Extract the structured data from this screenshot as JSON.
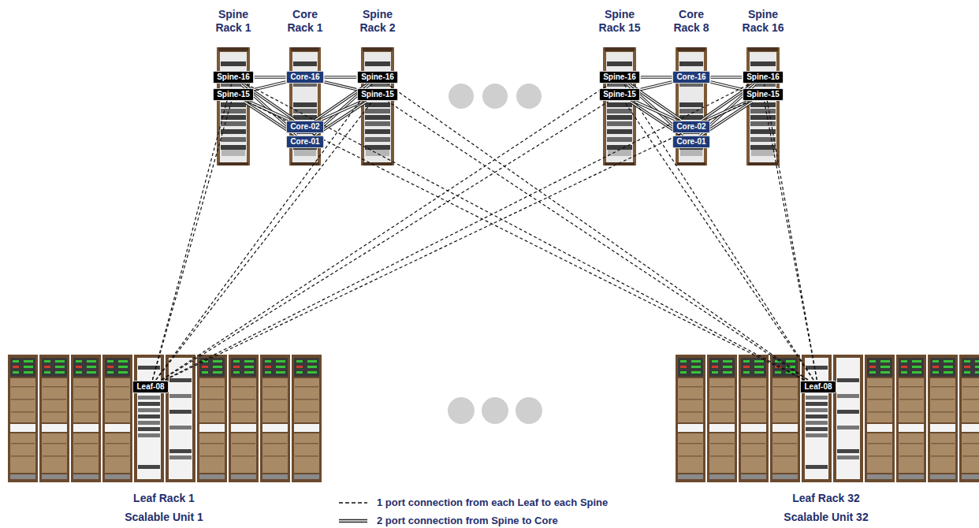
{
  "diagram": {
    "nodes": [
      {
        "text": [
          "Spine Rack 1"
        ]
      },
      {
        "text": [
          "Spine-16"
        ],
        "in": 0
      },
      {
        "text": [
          "Spine-15"
        ],
        "in": 0
      },
      {
        "text": [
          "Core Rack 1"
        ]
      },
      {
        "text": [
          "Core-16"
        ],
        "in": 3
      },
      {
        "text": [
          "Core-02"
        ],
        "in": 3
      },
      {
        "text": [
          "Core-01"
        ],
        "in": 3
      },
      {
        "text": [
          "Spine Rack 2"
        ]
      },
      {
        "text": [
          "Spine-16"
        ],
        "in": 7
      },
      {
        "text": [
          "Spine-15"
        ],
        "in": 7
      },
      {
        "text": [
          "Spine Rack 15"
        ]
      },
      {
        "text": [
          "Spine-16"
        ],
        "in": 10
      },
      {
        "text": [
          "Spine-15"
        ],
        "in": 10
      },
      {
        "text": [
          "Core Rack 8"
        ]
      },
      {
        "text": [
          "Core-16"
        ],
        "in": 13
      },
      {
        "text": [
          "Core-02"
        ],
        "in": 13
      },
      {
        "text": [
          "Core-01"
        ],
        "in": 13
      },
      {
        "text": [
          "Spine Rack 16"
        ]
      },
      {
        "text": [
          "Spine-16"
        ],
        "in": 17
      },
      {
        "text": [
          "Spine-15"
        ],
        "in": 17
      },
      {
        "text": [
          "Leaf Rack 1",
          "Scalable Unit 1"
        ]
      },
      {
        "text": [
          "Leaf-08"
        ],
        "in": 20
      },
      {
        "text": [
          "Leaf Rack 32",
          "Scalable Unit 32"
        ]
      },
      {
        "text": [
          "Leaf-08"
        ],
        "in": 22
      }
    ],
    "edges": [
      {
        "from": 1,
        "to": 4,
        "arrow": "none"
      },
      {
        "from": 1,
        "to": 5,
        "arrow": "none"
      },
      {
        "from": 1,
        "to": 6,
        "arrow": "none"
      },
      {
        "from": 2,
        "to": 4,
        "arrow": "none"
      },
      {
        "from": 2,
        "to": 5,
        "arrow": "none"
      },
      {
        "from": 2,
        "to": 6,
        "arrow": "none"
      },
      {
        "from": 8,
        "to": 4,
        "arrow": "none"
      },
      {
        "from": 8,
        "to": 5,
        "arrow": "none"
      },
      {
        "from": 8,
        "to": 6,
        "arrow": "none"
      },
      {
        "from": 9,
        "to": 4,
        "arrow": "none"
      },
      {
        "from": 9,
        "to": 5,
        "arrow": "none"
      },
      {
        "from": 9,
        "to": 6,
        "arrow": "none"
      },
      {
        "from": 11,
        "to": 14,
        "arrow": "none"
      },
      {
        "from": 11,
        "to": 15,
        "arrow": "none"
      },
      {
        "from": 11,
        "to": 16,
        "arrow": "none"
      },
      {
        "from": 12,
        "to": 14,
        "arrow": "none"
      },
      {
        "from": 12,
        "to": 15,
        "arrow": "none"
      },
      {
        "from": 12,
        "to": 16,
        "arrow": "none"
      },
      {
        "from": 18,
        "to": 14,
        "arrow": "none"
      },
      {
        "from": 18,
        "to": 15,
        "arrow": "none"
      },
      {
        "from": 18,
        "to": 16,
        "arrow": "none"
      },
      {
        "from": 19,
        "to": 14,
        "arrow": "none"
      },
      {
        "from": 19,
        "to": 15,
        "arrow": "none"
      },
      {
        "from": 19,
        "to": 16,
        "arrow": "none"
      },
      {
        "from": 21,
        "to": 1,
        "arrow": "none"
      },
      {
        "from": 21,
        "to": 2,
        "arrow": "none"
      },
      {
        "from": 21,
        "to": 8,
        "arrow": "none"
      },
      {
        "from": 21,
        "to": 9,
        "arrow": "none"
      },
      {
        "from": 21,
        "to": 11,
        "arrow": "none"
      },
      {
        "from": 21,
        "to": 12,
        "arrow": "none"
      },
      {
        "from": 21,
        "to": 18,
        "arrow": "none"
      },
      {
        "from": 21,
        "to": 19,
        "arrow": "none"
      },
      {
        "from": 23,
        "to": 1,
        "arrow": "none"
      },
      {
        "from": 23,
        "to": 2,
        "arrow": "none"
      },
      {
        "from": 23,
        "to": 8,
        "arrow": "none"
      },
      {
        "from": 23,
        "to": 9,
        "arrow": "none"
      },
      {
        "from": 23,
        "to": 11,
        "arrow": "none"
      },
      {
        "from": 23,
        "to": 12,
        "arrow": "none"
      },
      {
        "from": 23,
        "to": 18,
        "arrow": "none"
      },
      {
        "from": 23,
        "to": 19,
        "arrow": "none"
      }
    ],
    "legend": [
      {
        "text": "1 port connection from each Leaf to each Spine"
      },
      {
        "text": "2 port connection from Spine to Core"
      }
    ]
  }
}
